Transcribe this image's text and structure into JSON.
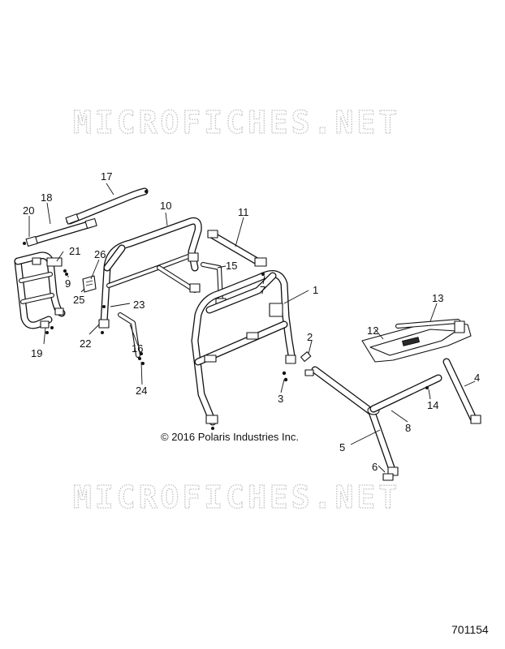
{
  "watermark": {
    "top_text": "MICROFICHES.NET",
    "bottom_text": "MICROFICHES.NET"
  },
  "copyright": "© 2016 Polaris Industries Inc.",
  "diagram_number": "701154",
  "callouts": {
    "c1": "1",
    "c2": "2",
    "c3": "3",
    "c4": "4",
    "c5": "5",
    "c6": "6",
    "c7": "7",
    "c8": "8",
    "c9": "9",
    "c10": "10",
    "c11": "11",
    "c12": "12",
    "c13": "13",
    "c14": "14",
    "c15": "15",
    "c16": "16",
    "c17": "17",
    "c18": "18",
    "c19": "19",
    "c20": "20",
    "c21": "21",
    "c22": "22",
    "c23": "23",
    "c24": "24",
    "c25": "25",
    "c26": "26"
  }
}
